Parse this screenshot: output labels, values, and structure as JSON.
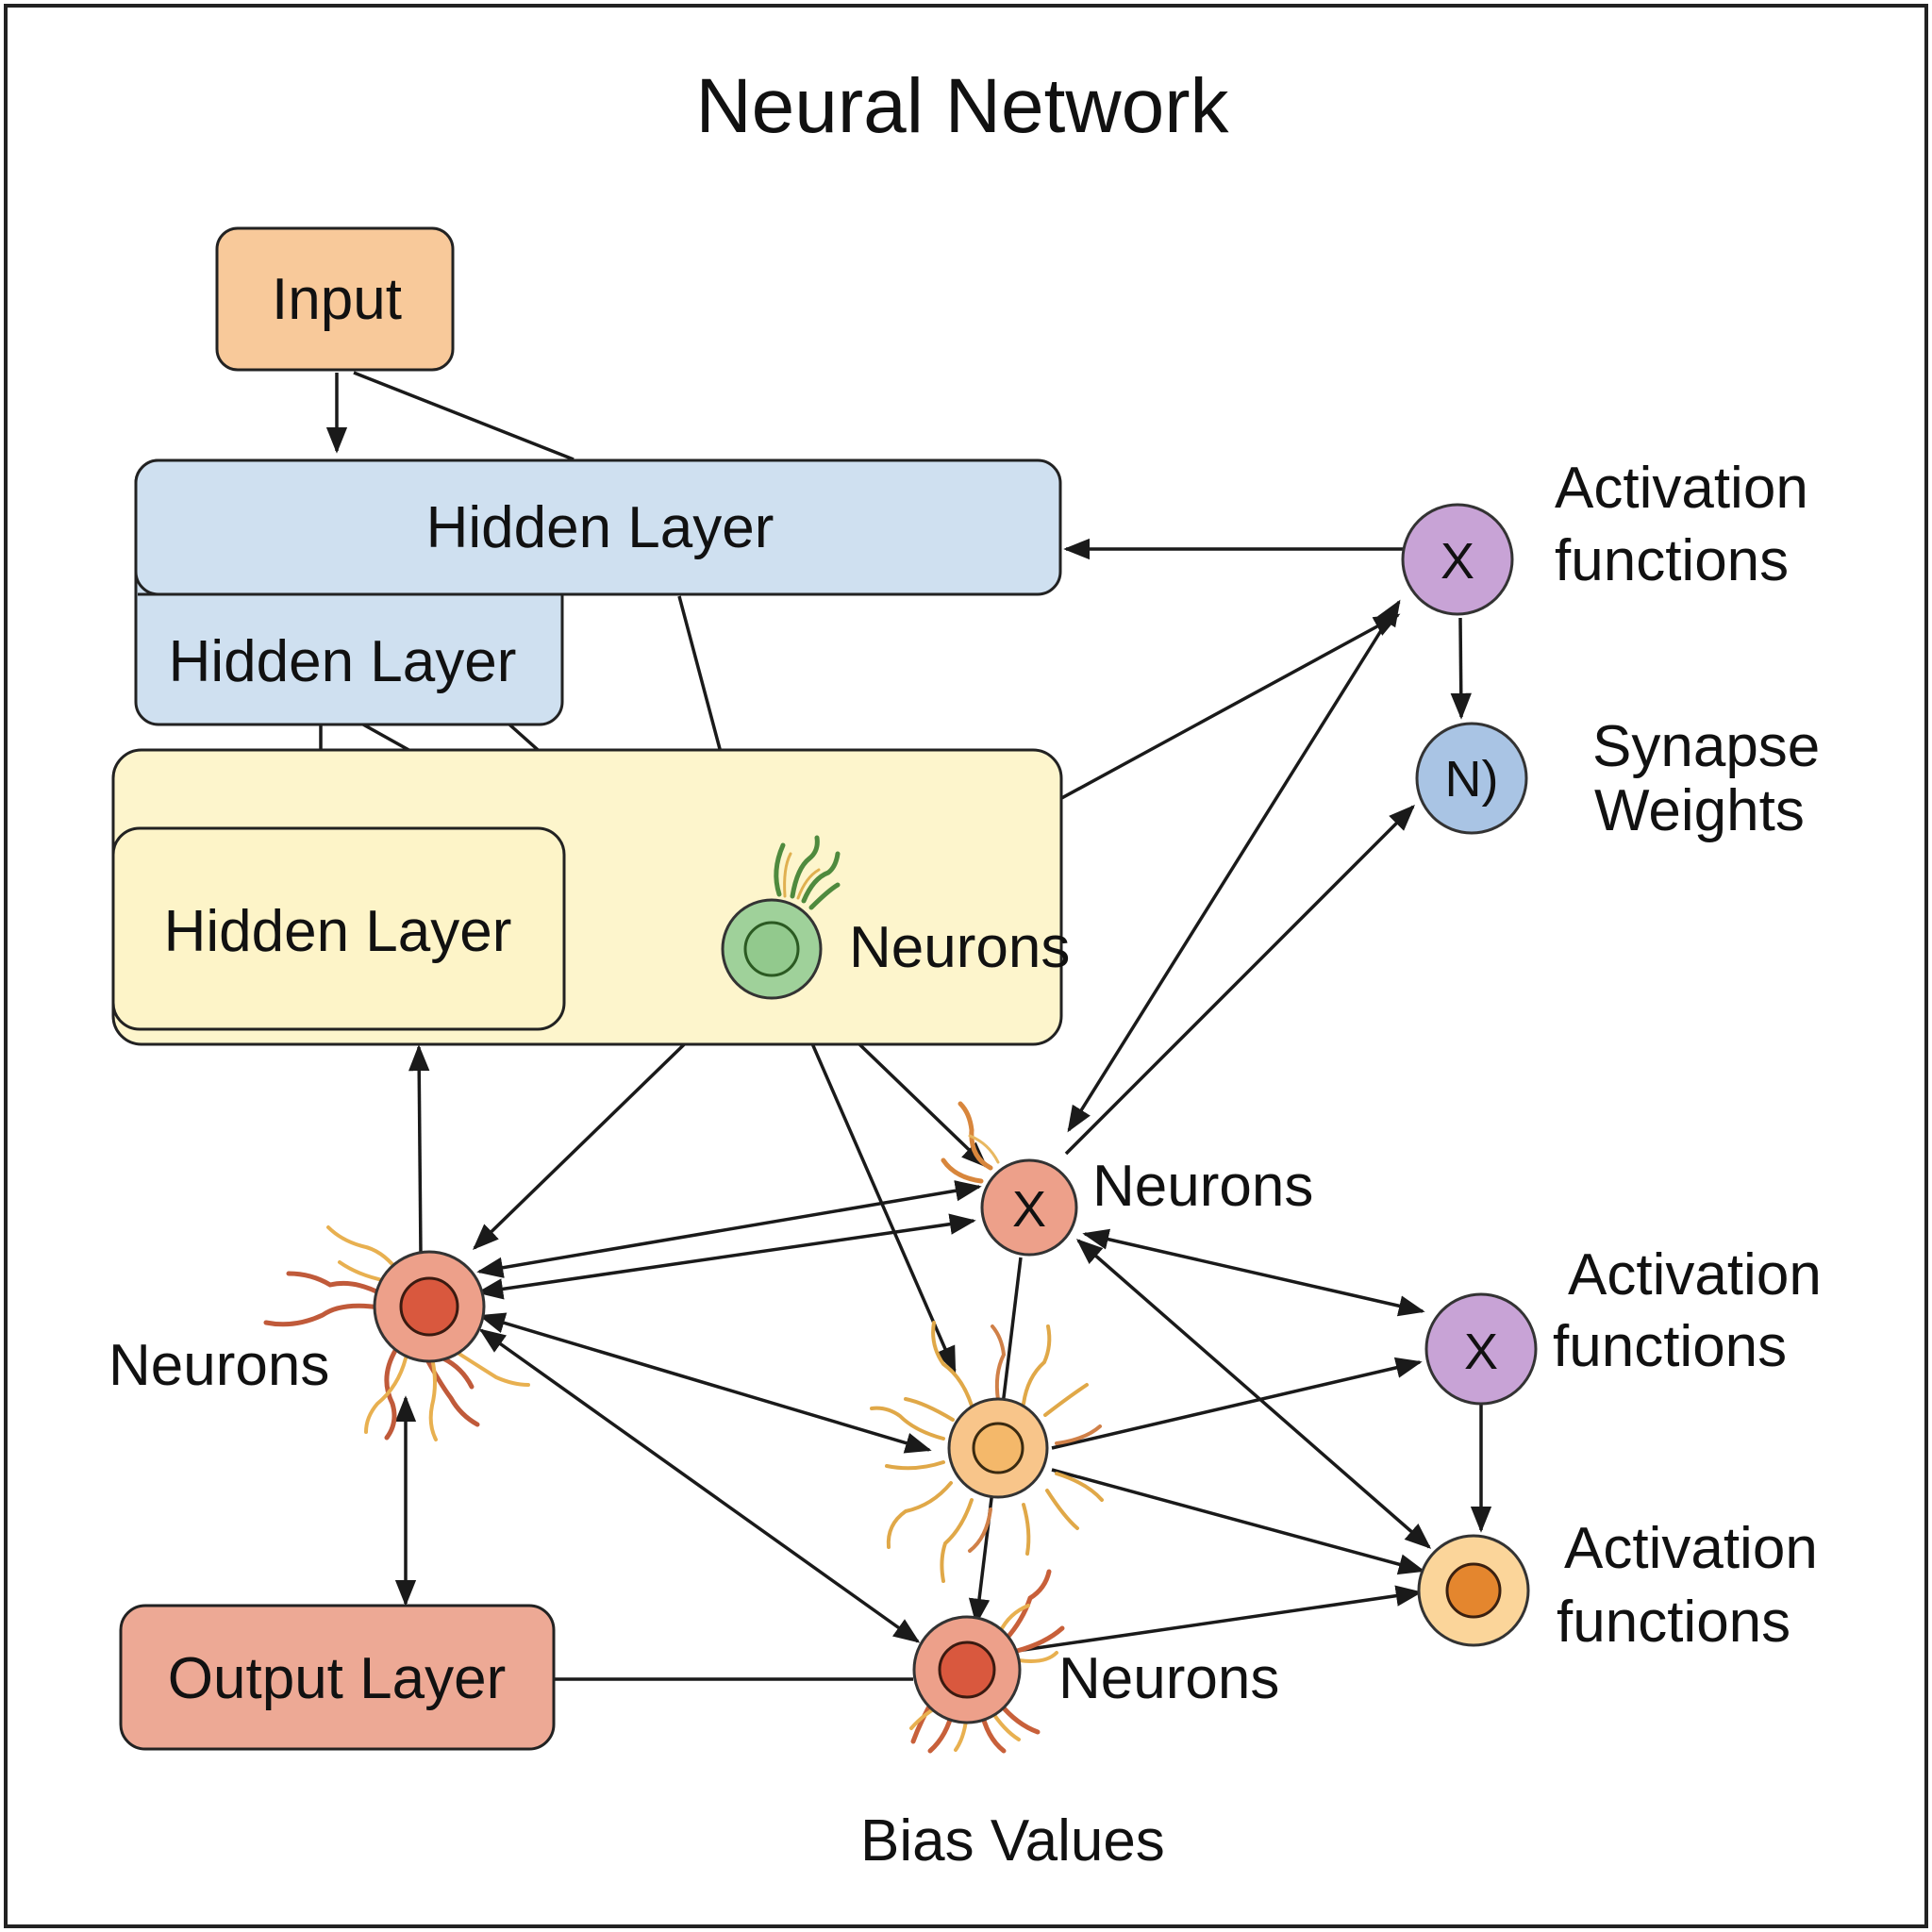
{
  "title": "Neural Network",
  "boxes": {
    "input": "Input",
    "hidden_top": "Hidden Layer",
    "hidden_mid": "Hidden Layer",
    "hidden_inner": "Hidden Layer",
    "output": "Output Layer"
  },
  "node_symbols": {
    "activation_top": "X",
    "synapse": "N)",
    "neuron_mid": "X",
    "activation_right": "X"
  },
  "labels": {
    "activation_top_1": "Activation",
    "activation_top_2": "functions",
    "synapse_1": "Synapse",
    "synapse_2": "Weights",
    "neurons_green": "Neurons",
    "neurons_mid": "Neurons",
    "neurons_left": "Neurons",
    "activation_right_1": "Activation",
    "activation_right_2": "functions",
    "activation_bottom_1": "Activation",
    "activation_bottom_2": "functions",
    "neurons_bottom": "Neurons",
    "bias": "Bias Values"
  },
  "colors": {
    "input": "#f8c99a",
    "hidden": "#cfe0f0",
    "hidden_group": "#fdf5cc",
    "output": "#eda995",
    "neuron_green": "#9fd19a",
    "neuron_red": "#eda08a",
    "neuron_orange": "#f8c58a",
    "activation_purple": "#c8a3d6",
    "synapse_blue": "#a9c4e4"
  }
}
